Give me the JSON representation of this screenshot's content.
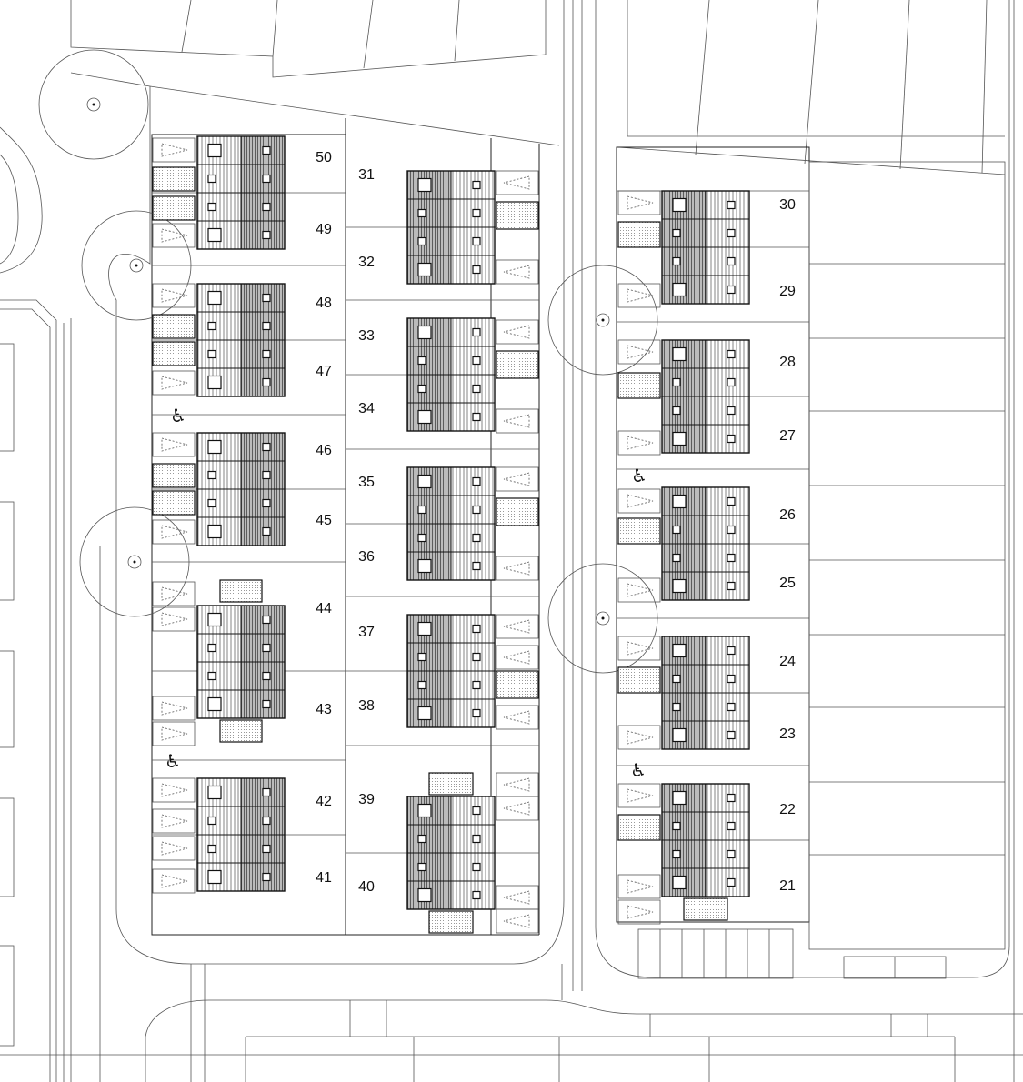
{
  "plan": {
    "unit_labels": [
      "50",
      "49",
      "48",
      "47",
      "46",
      "45",
      "44",
      "43",
      "42",
      "41",
      "31",
      "32",
      "33",
      "34",
      "35",
      "36",
      "37",
      "38",
      "39",
      "40",
      "30",
      "29",
      "28",
      "27",
      "26",
      "25",
      "24",
      "23",
      "22",
      "21"
    ],
    "accessible_symbol": "♿",
    "tree_icon": "tree-symbol-icon",
    "parking_icon": "parking-triangle-icon",
    "colors": {
      "line": "#222222",
      "background": "#ffffff",
      "hatch": "#555555"
    }
  }
}
